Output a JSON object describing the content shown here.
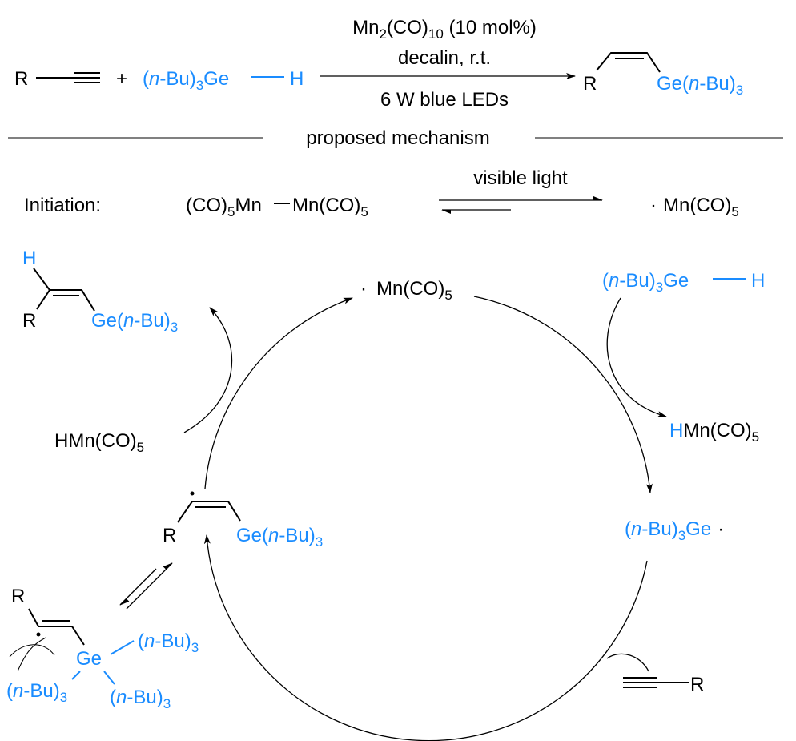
{
  "colors": {
    "ge_blue": "#1a8cff",
    "ink": "#000000"
  },
  "scheme": {
    "reactant_r": "R",
    "plus": "+",
    "germane": {
      "p1": "(",
      "n": "n",
      "p2": "-Bu)",
      "sub": "3",
      "p3": "Ge",
      "h": "H"
    },
    "conditions": {
      "catalyst": {
        "a": "Mn",
        "s1": "2",
        "b": "(CO)",
        "s2": "10",
        "c": " (10 mol%)"
      },
      "solvent": "decalin, r.t.",
      "light": "6 W blue LEDs"
    },
    "product": {
      "r": "R",
      "ge": "Ge(",
      "n": "n",
      "bu": "-Bu)",
      "sub": "3"
    }
  },
  "divider_label": "proposed mechanism",
  "initiation": {
    "label": "Initiation:",
    "dimer": {
      "a": "(CO)",
      "s1": "5",
      "b": "Mn",
      "c": "Mn(CO)",
      "s2": "5"
    },
    "condition": "visible light",
    "radical": {
      "dot": "·",
      "a": "Mn(CO)",
      "s": "5"
    }
  },
  "cycle": {
    "mn_radical": {
      "dot": "·",
      "a": "Mn(CO)",
      "s": "5"
    },
    "germane_in": {
      "p1": "(",
      "n": "n",
      "p2": "-Bu)",
      "sub": "3",
      "p3": "Ge",
      "h": "H"
    },
    "hmn_out": {
      "h": "H",
      "a": "Mn(CO)",
      "s": "5"
    },
    "ge_radical": {
      "p1": "(",
      "n": "n",
      "p2": "-Bu)",
      "sub": "3",
      "p3": "Ge",
      "dot": "·"
    },
    "alkyne_r": "R",
    "vinyl_radical": {
      "r": "R",
      "ge": "Ge(",
      "n": "n",
      "bu": "-Bu)",
      "sub": "3"
    },
    "hmn_in": {
      "a": "HMn(CO)",
      "s": "5"
    },
    "product": {
      "h": "H",
      "r": "R",
      "ge": "Ge(",
      "n": "n",
      "bu": "-Bu)",
      "sub": "3"
    },
    "steric_isomer": {
      "r": "R",
      "ge": "Ge",
      "bu_right": {
        "p1": "(",
        "n": "n",
        "p2": "-Bu)",
        "sub": "3"
      },
      "bu_left": {
        "p1": "(",
        "n": "n",
        "p2": "-Bu)",
        "sub": "3"
      },
      "bu_bottom": {
        "p1": "(",
        "n": "n",
        "p2": "-Bu)",
        "sub": "3"
      }
    }
  }
}
